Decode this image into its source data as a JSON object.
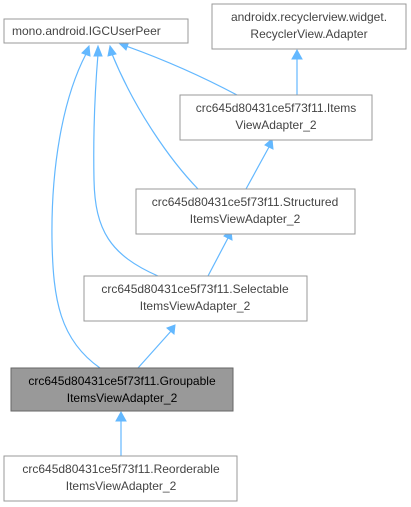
{
  "diagram": {
    "nodes": {
      "igcuserpeer": {
        "line1": "mono.android.IGCUserPeer",
        "line2": ""
      },
      "recyclerview_adapter": {
        "line1": "androidx.recyclerview.widget.",
        "line2": "RecyclerView.Adapter"
      },
      "items_view_adapter": {
        "line1": "crc645d80431ce5f73f11.Items",
        "line2": "ViewAdapter_2"
      },
      "structured_items_view_adapter": {
        "line1": "crc645d80431ce5f73f11.Structured",
        "line2": "ItemsViewAdapter_2"
      },
      "selectable_items_view_adapter": {
        "line1": "crc645d80431ce5f73f11.Selectable",
        "line2": "ItemsViewAdapter_2"
      },
      "groupable_items_view_adapter": {
        "line1": "crc645d80431ce5f73f11.Groupable",
        "line2": "ItemsViewAdapter_2"
      },
      "reorderable_items_view_adapter": {
        "line1": "crc645d80431ce5f73f11.Reorderable",
        "line2": "ItemsViewAdapter_2"
      }
    },
    "edges": [
      {
        "from": "recyclerview_adapter",
        "to": "items_view_adapter"
      },
      {
        "from": "igcuserpeer",
        "to": "items_view_adapter"
      },
      {
        "from": "items_view_adapter",
        "to": "structured_items_view_adapter"
      },
      {
        "from": "igcuserpeer",
        "to": "structured_items_view_adapter"
      },
      {
        "from": "structured_items_view_adapter",
        "to": "selectable_items_view_adapter"
      },
      {
        "from": "igcuserpeer",
        "to": "selectable_items_view_adapter"
      },
      {
        "from": "selectable_items_view_adapter",
        "to": "groupable_items_view_adapter"
      },
      {
        "from": "igcuserpeer",
        "to": "groupable_items_view_adapter"
      },
      {
        "from": "groupable_items_view_adapter",
        "to": "reorderable_items_view_adapter"
      }
    ],
    "active_node": "groupable_items_view_adapter",
    "colors": {
      "edge": "#63b8ff",
      "active_fill": "#999999",
      "border": "#999999"
    }
  }
}
